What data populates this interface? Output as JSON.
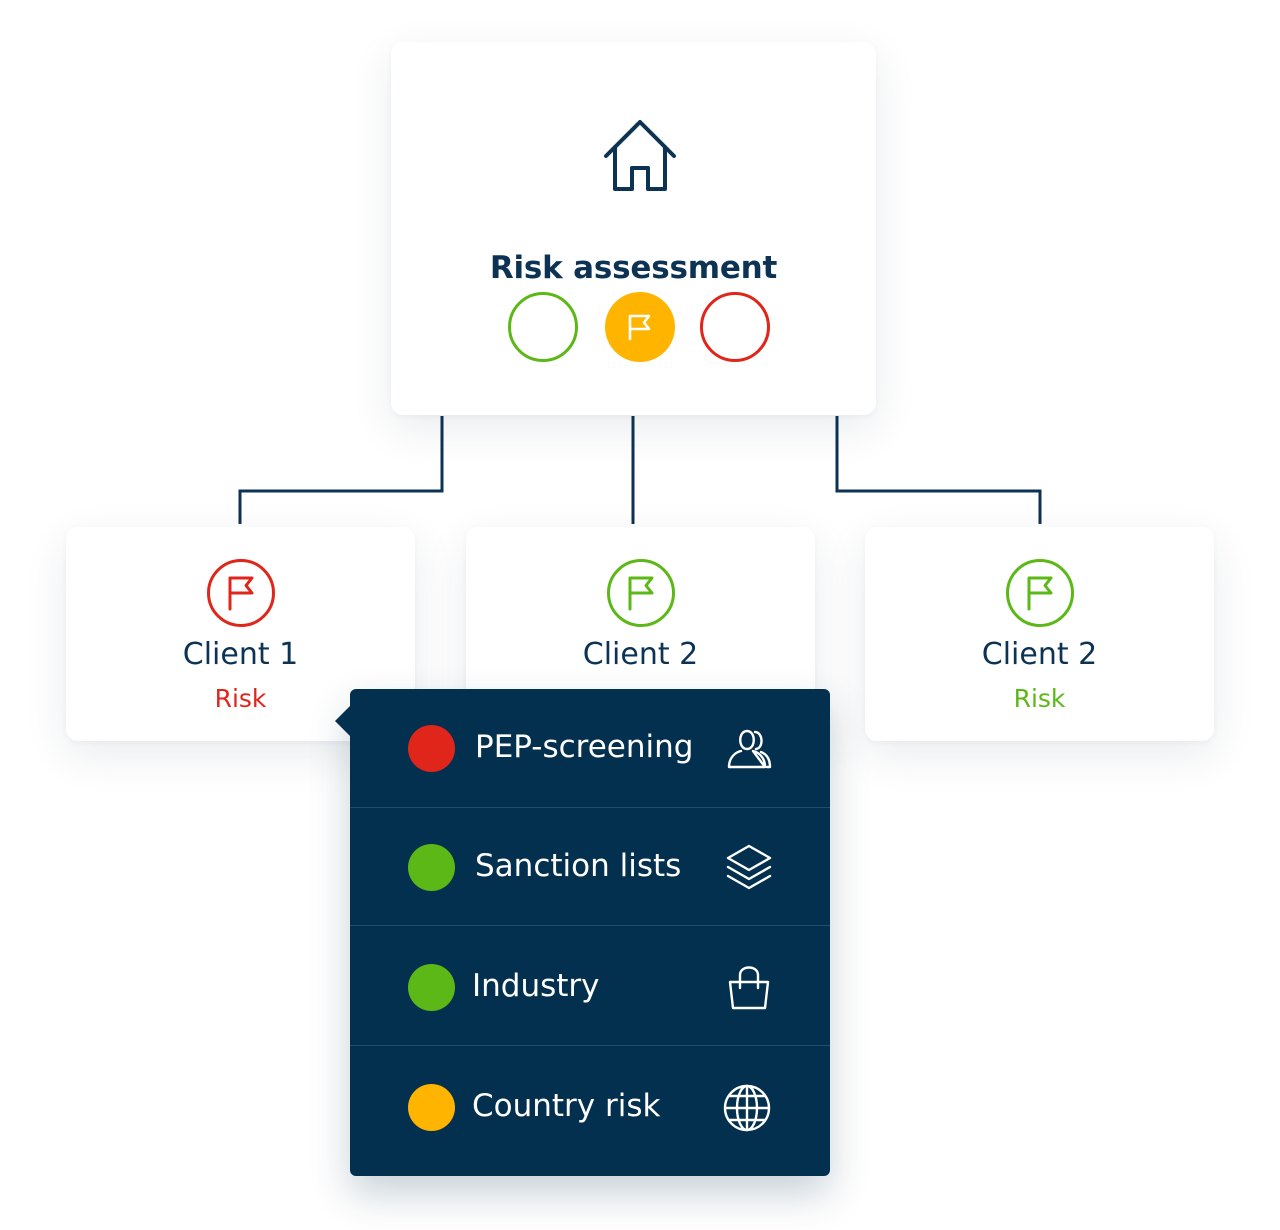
{
  "title": "Risk assessment",
  "status_indicators": [
    {
      "name": "green",
      "color": "#5cb817",
      "style": "outline"
    },
    {
      "name": "amber",
      "color": "#ffb400",
      "style": "filled",
      "icon": "flag-icon"
    },
    {
      "name": "red",
      "color": "#e0251b",
      "style": "outline"
    }
  ],
  "clients": [
    {
      "name": "Client 1",
      "risk_label": "Risk",
      "risk_color": "#e0251b",
      "icon": "flag-icon"
    },
    {
      "name": "Client 2",
      "risk_label": "",
      "risk_color": "#5cb817",
      "icon": "flag-icon"
    },
    {
      "name": "Client 2",
      "risk_label": "Risk",
      "risk_color": "#5cb817",
      "icon": "flag-icon"
    }
  ],
  "popover": {
    "items": [
      {
        "label": "PEP-screening",
        "status_color": "#e0251b",
        "icon": "people-icon"
      },
      {
        "label": "Sanction lists",
        "status_color": "#5cb817",
        "icon": "layers-icon"
      },
      {
        "label": "Industry",
        "status_color": "#5cb817",
        "icon": "shopping-bag-icon"
      },
      {
        "label": "Country risk",
        "status_color": "#ffb400",
        "icon": "globe-icon"
      }
    ]
  },
  "colors": {
    "navy": "#0d3354",
    "popover_bg": "#03304f",
    "green": "#5cb817",
    "amber": "#ffb400",
    "red": "#e0251b"
  }
}
